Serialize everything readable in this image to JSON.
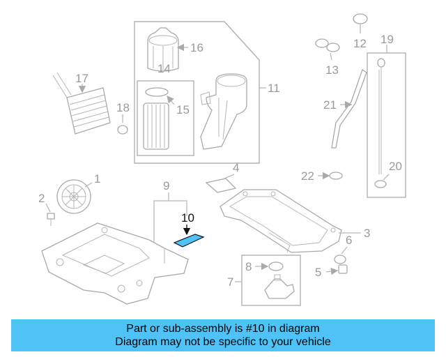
{
  "callouts": {
    "c1": "1",
    "c2": "2",
    "c3": "3",
    "c4": "4",
    "c5": "5",
    "c6": "6",
    "c7": "7",
    "c8": "8",
    "c9": "9",
    "c10": "10",
    "c11": "11",
    "c12": "12",
    "c13": "13",
    "c14": "14",
    "c15": "15",
    "c16": "16",
    "c17": "17",
    "c18": "18",
    "c19": "19",
    "c20": "20",
    "c21": "21",
    "c22": "22"
  },
  "highlight_color": "#4fc3f7",
  "banner": {
    "line1": "Part or sub-assembly is #10 in diagram",
    "line2": "Diagram may not be specific to your vehicle"
  }
}
